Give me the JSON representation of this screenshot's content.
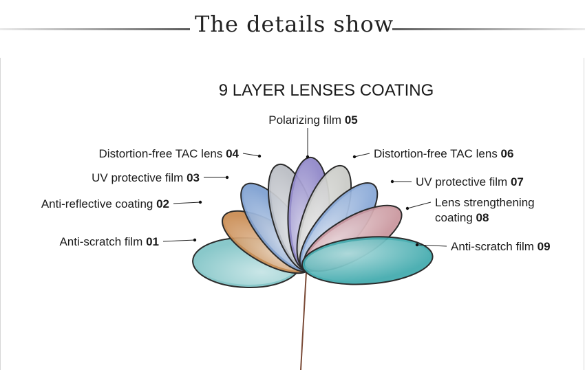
{
  "header": {
    "title": "The details show"
  },
  "diagram": {
    "title": "9 LAYER LENSES COATING",
    "layers": [
      {
        "name": "Anti-scratch film",
        "num": "01",
        "color": "#7fc3c6"
      },
      {
        "name": "Anti-reflective coating",
        "num": "02",
        "color": "#c98a4f"
      },
      {
        "name": "UV protective film",
        "num": "03",
        "color": "#7c9ed0"
      },
      {
        "name": "Distortion-free TAC lens",
        "num": "04",
        "color": "#b9bcc2"
      },
      {
        "name": "Polarizing film",
        "num": "05",
        "color": "#8e86c8"
      },
      {
        "name": "Distortion-free TAC lens",
        "num": "06",
        "color": "#c9cac6"
      },
      {
        "name": "UV protective film",
        "num": "07",
        "color": "#86a6d6"
      },
      {
        "name": "Lens strengthening",
        "name2": "coating",
        "num": "08",
        "color": "#c9959c"
      },
      {
        "name": "Anti-scratch film",
        "num": "09",
        "color": "#3fa9ad"
      }
    ]
  }
}
